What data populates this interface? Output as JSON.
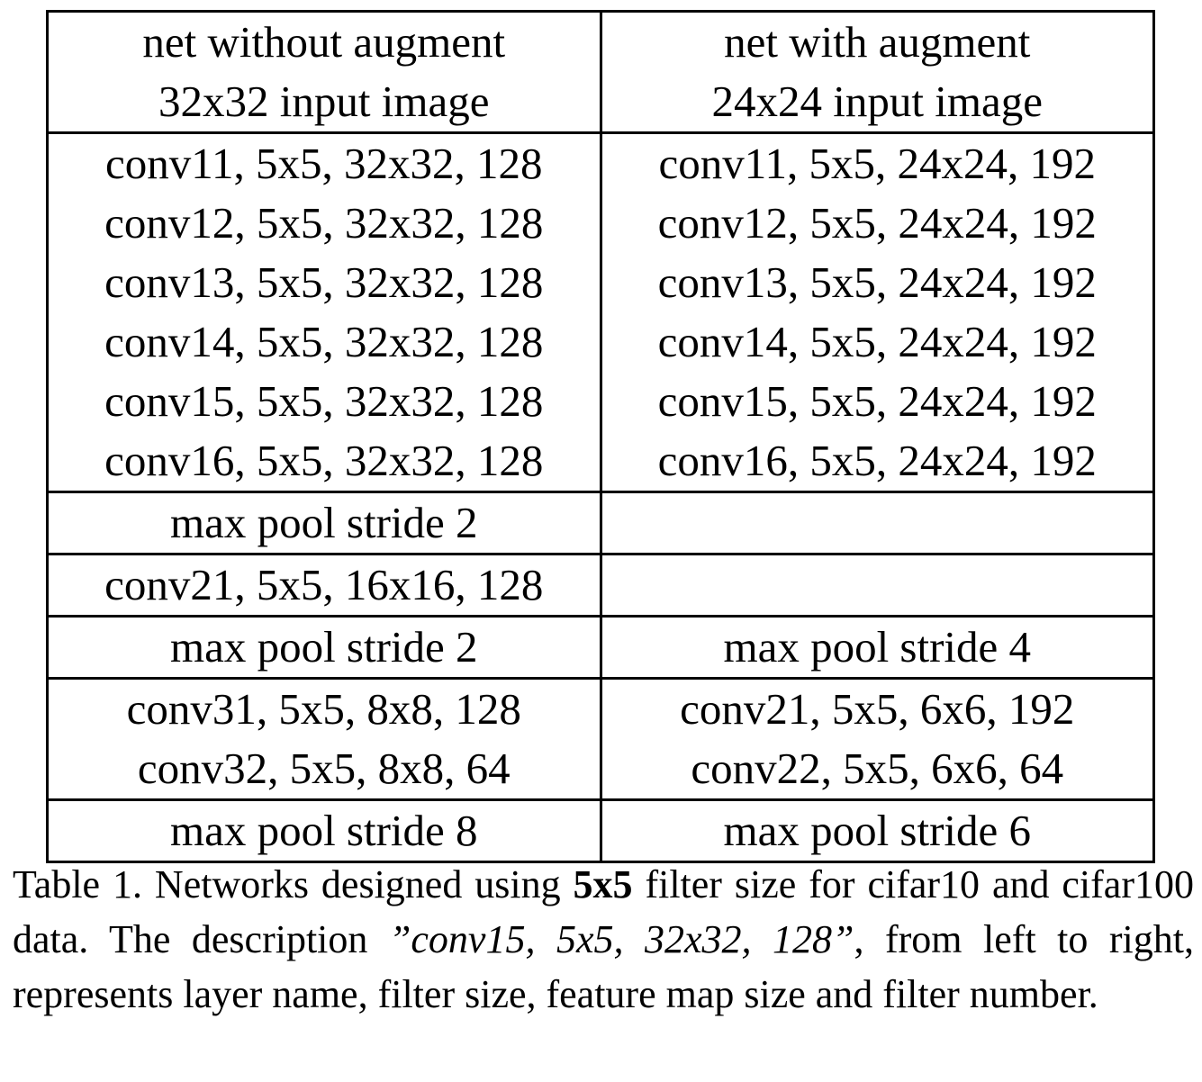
{
  "table": {
    "header": {
      "left": [
        "net without augment",
        "32x32 input image"
      ],
      "right": [
        "net with augment",
        "24x24 input image"
      ]
    },
    "rows": [
      {
        "left": [
          "conv11, 5x5, 32x32, 128",
          "conv12, 5x5, 32x32, 128",
          "conv13, 5x5, 32x32, 128",
          "conv14, 5x5, 32x32, 128",
          "conv15, 5x5, 32x32, 128",
          "conv16, 5x5, 32x32, 128"
        ],
        "right": [
          "conv11, 5x5, 24x24, 192",
          "conv12, 5x5, 24x24, 192",
          "conv13, 5x5, 24x24, 192",
          "conv14, 5x5, 24x24, 192",
          "conv15, 5x5, 24x24, 192",
          "conv16, 5x5, 24x24, 192"
        ]
      },
      {
        "left": [
          "max pool stride 2"
        ],
        "right": []
      },
      {
        "left": [
          "conv21, 5x5, 16x16, 128"
        ],
        "right": []
      },
      {
        "left": [
          "max pool stride 2"
        ],
        "right": [
          "max pool stride 4"
        ]
      },
      {
        "left": [
          "conv31, 5x5, 8x8, 128",
          "conv32, 5x5, 8x8, 64"
        ],
        "right": [
          "conv21, 5x5, 6x6, 192",
          "conv22, 5x5, 6x6, 64"
        ]
      },
      {
        "left": [
          "max pool stride 8"
        ],
        "right": [
          "max pool stride 6"
        ]
      }
    ]
  },
  "caption": {
    "part1": "Table 1. Networks designed using ",
    "bold": "5x5",
    "part2": " filter size for cifar10 and cifar100 data. The description ",
    "italic": "”conv15, 5x5, 32x32, 128”",
    "part3": ", from left to right, represents layer name, filter size, feature map size and filter number."
  }
}
